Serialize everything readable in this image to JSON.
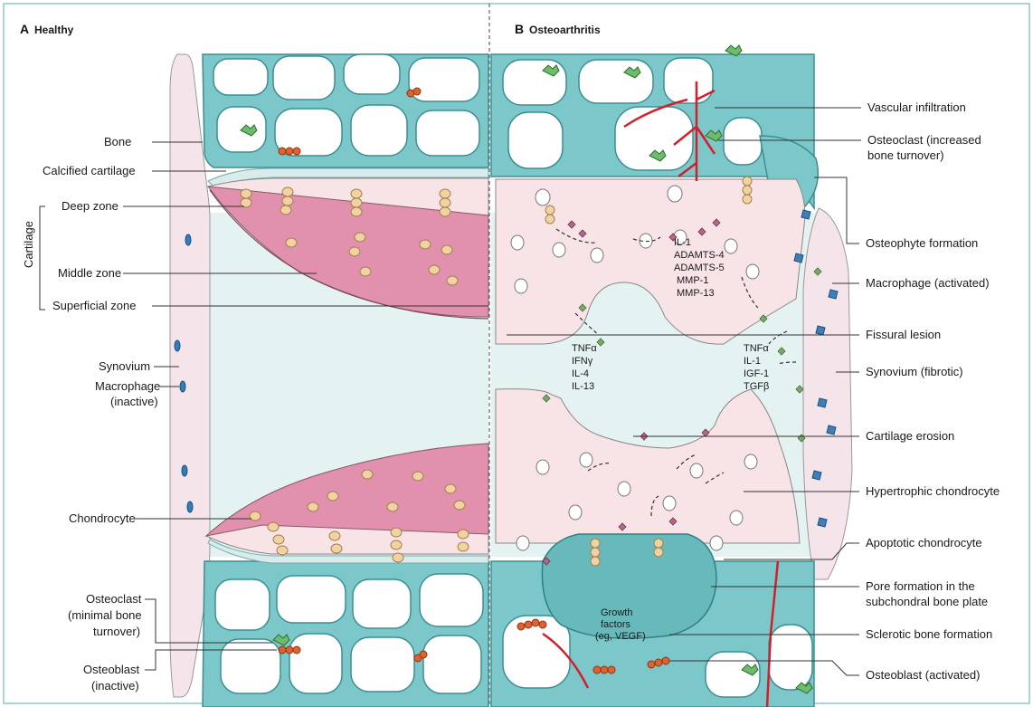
{
  "panels": {
    "a": {
      "letter": "A",
      "title": "Healthy"
    },
    "b": {
      "letter": "B",
      "title": "Osteoarthritis"
    }
  },
  "labels_left": {
    "bone": "Bone",
    "calcified_cartilage": "Calcified cartilage",
    "cartilage_group": "Cartilage",
    "deep_zone": "Deep zone",
    "middle_zone": "Middle zone",
    "superficial_zone": "Superficial zone",
    "synovium": "Synovium",
    "macrophage_line1": "Macrophage",
    "macrophage_line2": "(inactive)",
    "chondrocyte": "Chondrocyte",
    "osteoclast_line1": "Osteoclast",
    "osteoclast_line2": "(minimal bone",
    "osteoclast_line3": "turnover)",
    "osteoblast_line1": "Osteoblast",
    "osteoblast_line2": "(inactive)"
  },
  "labels_right": {
    "vascular_infiltration": "Vascular infiltration",
    "osteoclast_line1": "Osteoclast (increased",
    "osteoclast_line2": "bone turnover)",
    "osteophyte": "Osteophyte formation",
    "macrophage_activated": "Macrophage (activated)",
    "fissural_lesion": "Fissural lesion",
    "synovium_fibrotic": "Synovium (fibrotic)",
    "cartilage_erosion": "Cartilage erosion",
    "hypertrophic_chondrocyte": "Hypertrophic chondrocyte",
    "apoptotic_chondrocyte": "Apoptotic chondrocyte",
    "pore_line1": "Pore formation in the",
    "pore_line2": "subchondral bone plate",
    "sclerotic_bone": "Sclerotic bone formation",
    "osteoblast_activated": "Osteoblast (activated)"
  },
  "mediators": {
    "enzymes": [
      "IL-1",
      "ADAMTS-4",
      "ADAMTS-5",
      "MMP-1",
      "MMP-13"
    ],
    "cytokines_left": [
      "TNFα",
      "IFNγ",
      "IL-4",
      "IL-13"
    ],
    "cytokines_right": [
      "TNFα",
      "IL-1",
      "IGF-1",
      "TGFβ"
    ],
    "growth_factors": [
      "Growth",
      "factors",
      "(eg, VEGF)"
    ]
  }
}
